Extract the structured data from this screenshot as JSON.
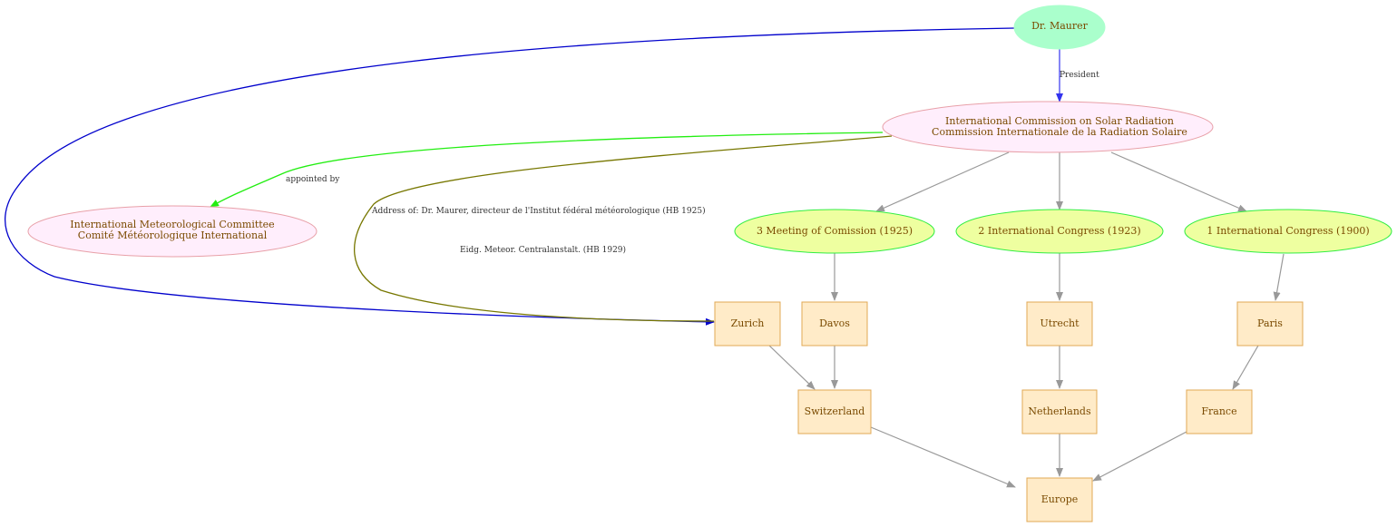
{
  "colors": {
    "person_fill": "#aaffcc",
    "org_fill": "#ffeefc",
    "org_stroke": "#e8a0a8",
    "event_fill": "#eeffa0",
    "event_stroke": "#33ee44",
    "place_fill": "#ffebc8",
    "place_stroke": "#e0a855",
    "text": "#7a4a00",
    "edge_grey": "#999999",
    "edge_blue": "#0000cc",
    "edge_blue_light": "#3333ee",
    "edge_green": "#22ee11",
    "edge_olive": "#777700"
  },
  "nodes": {
    "maurer": "Dr. Maurer",
    "icsr_line1": "International Commission on Solar Radiation",
    "icsr_line2": "Commission Internationale de la Radiation Solaire",
    "imc_line1": "International Meteorological Committee",
    "imc_line2": "Comité Météorologique International",
    "meeting_1925": "3 Meeting of Comission (1925)",
    "congress_1923": "2 International Congress (1923)",
    "congress_1900": "1 International Congress (1900)",
    "zurich": "Zurich",
    "davos": "Davos",
    "utrecht": "Utrecht",
    "paris": "Paris",
    "switzerland": "Switzerland",
    "netherlands": "Netherlands",
    "france": "France",
    "europe": "Europe"
  },
  "edge_labels": {
    "president": "President",
    "appointed_by": "appointed by",
    "address_1925": "Address of: Dr. Maurer, directeur de l'Institut fédéral météorologique (HB 1925)",
    "address_1929": "Eidg. Meteor. Centralanstalt. (HB 1929)"
  }
}
